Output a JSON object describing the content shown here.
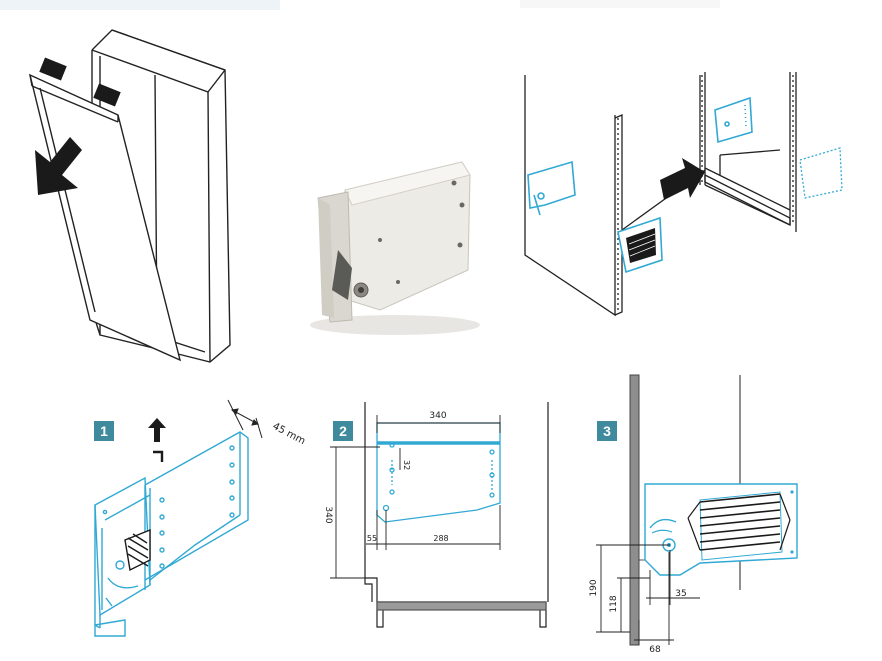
{
  "colors": {
    "accent": "#31a9d4",
    "badge": "#3f8a9c",
    "line": "#222222",
    "arrow": "#1a1a1a"
  },
  "steps": {
    "one": {
      "badge": "1",
      "dim_depth": "45 mm"
    },
    "two": {
      "badge": "2",
      "dim_width": "340",
      "dim_height": "340",
      "dim_hole": "32",
      "dim_offset": "55",
      "dim_span": "288"
    },
    "three": {
      "badge": "3",
      "dim_190": "190",
      "dim_118": "118",
      "dim_35": "35",
      "dim_68": "68"
    }
  },
  "icons": {
    "pull_arrow": "arrow-down-left-icon",
    "push_arrow": "arrow-right-icon",
    "lift_arrow": "arrow-up-icon",
    "hook": "hook-icon"
  }
}
